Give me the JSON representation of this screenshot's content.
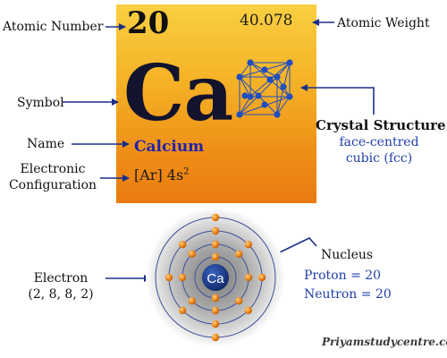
{
  "tile": {
    "atomic_number": "20",
    "atomic_weight": "40.078",
    "symbol": "Ca",
    "name": "Calcium",
    "config_core": "[Ar] 4s",
    "config_exponent": "2"
  },
  "labels": {
    "atomic_number": "Atomic Number",
    "atomic_weight": "Atomic Weight",
    "symbol": "Symbol",
    "name": "Name",
    "electronic_config_line1": "Electronic",
    "electronic_config_line2": "Configuration"
  },
  "crystal": {
    "title": "Crystal Structure",
    "desc_line1": "face-centred",
    "desc_line2": "cubic (fcc)"
  },
  "atom": {
    "nucleus_symbol": "Ca",
    "electron_label": "Electron",
    "electron_shells_text": "(2, 8, 8, 2)",
    "shells": [
      2,
      8,
      8,
      2
    ],
    "nucleus_label": "Nucleus",
    "proton": "Proton = 20",
    "neutron": "Neutron = 20"
  },
  "watermark": "Priyamstudycentre.com",
  "colors": {
    "arrow": "#1a2f8a",
    "electron": "#f08a1c",
    "nucleus": "#1e3c8c",
    "orbit": "#3e4f9a"
  }
}
